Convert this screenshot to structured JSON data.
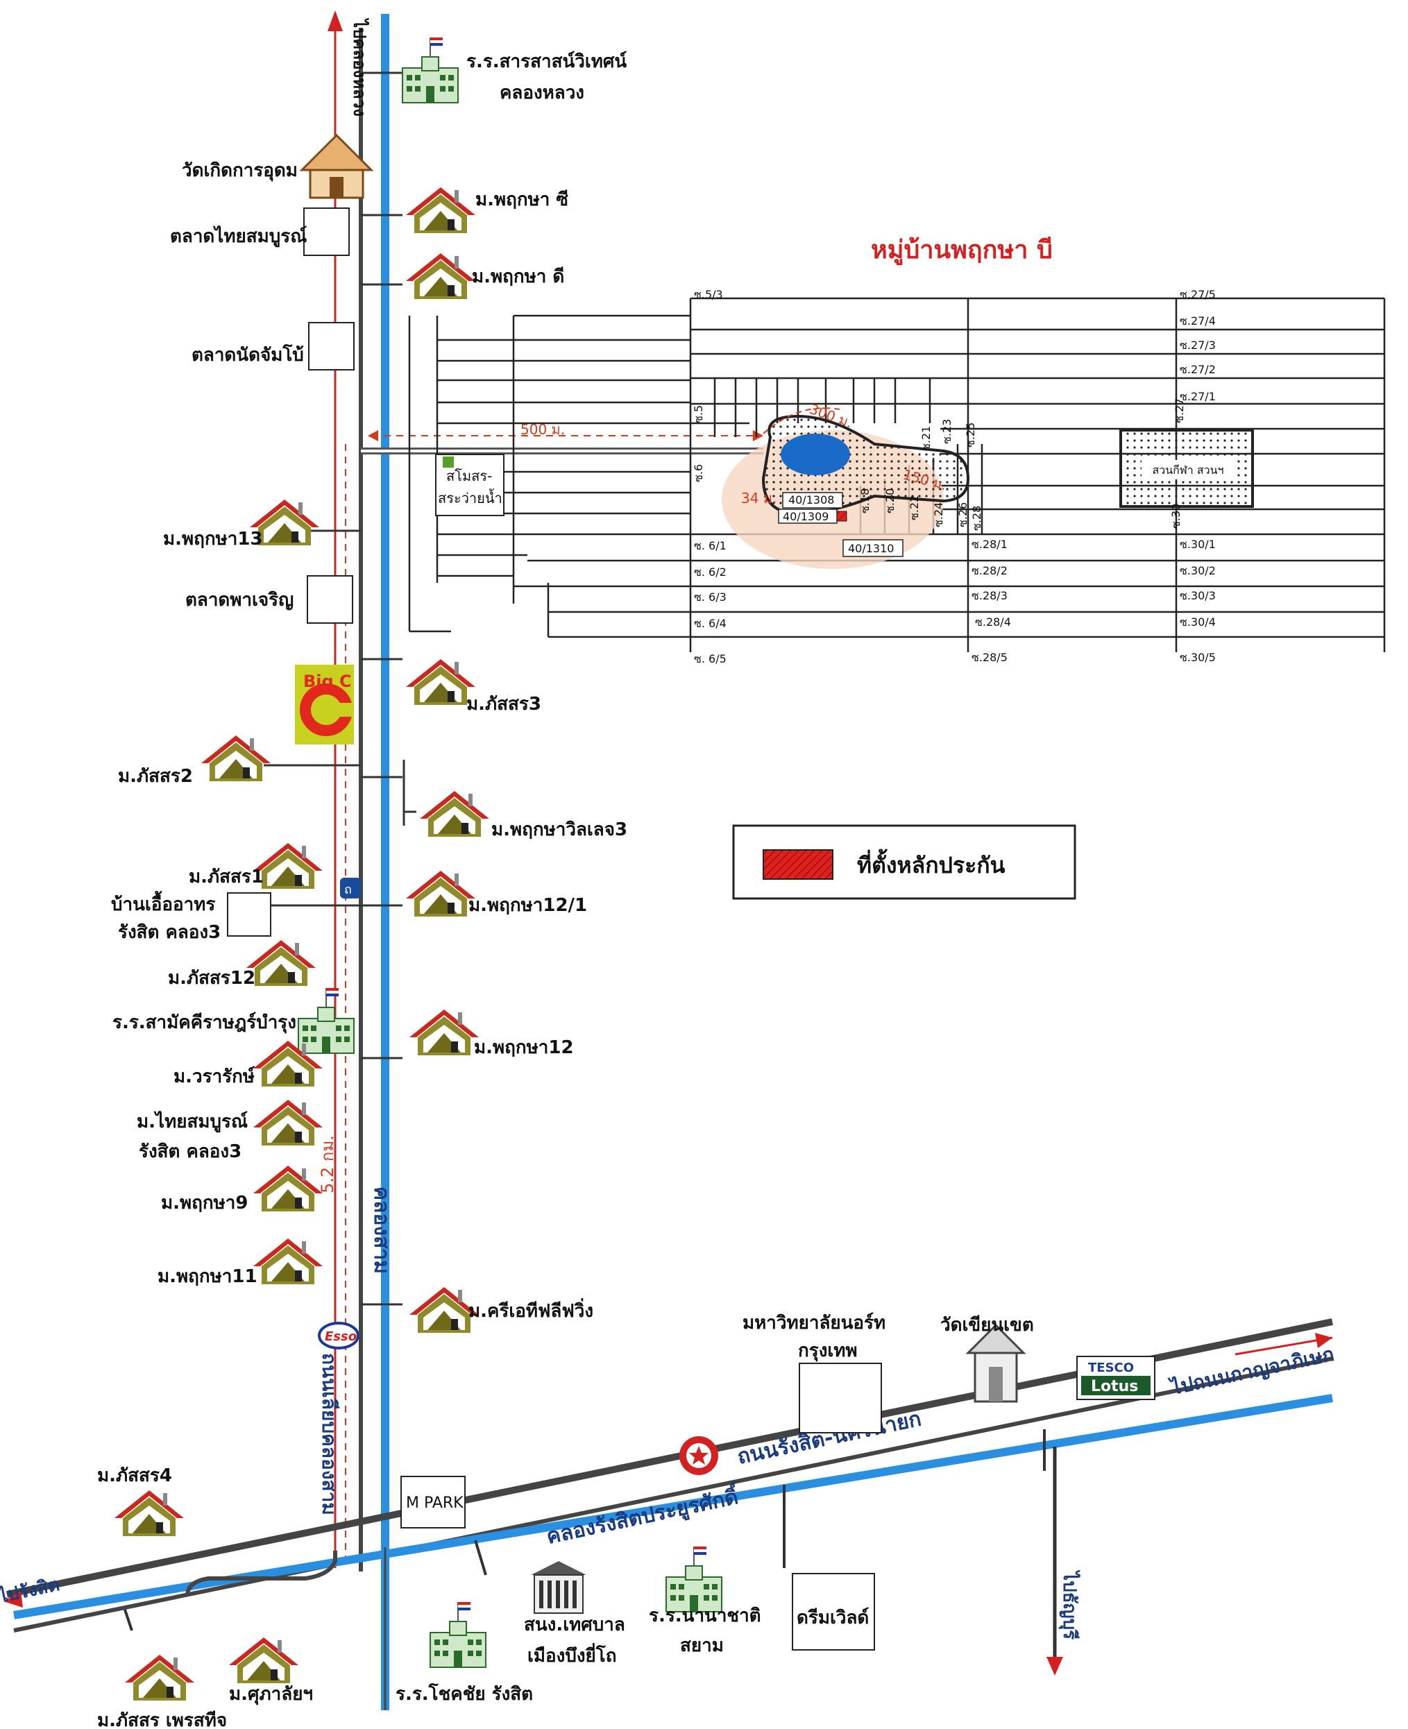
{
  "title": "หมู่บ้านพฤกษา บี",
  "legend": {
    "label": "ที่ตั้งหลักประกัน",
    "swatch_color": "#e0201c"
  },
  "roads": {
    "main_vertical": "ถนนเลียบคลองสาม",
    "canal_vertical": "คลองสาม",
    "main_horizontal": "ถนนรังสิต-นครนายก",
    "canal_horizontal": "คลองรังสิตประยูรศักดิ์"
  },
  "directions": {
    "north": "ไปคลองหลวง",
    "west": "ไปรังสิต",
    "east": "ไปถนนกาญจาภิเษก",
    "south": "ไปธัญบุรี"
  },
  "distances": {
    "road_500": "500 ม.",
    "road_52": "5.2 กม.",
    "lake_300": "300 ม.",
    "lake_150": "150 ม.",
    "lake_34": "34 ม."
  },
  "places": {
    "school_khlongluang_1": "ร.ร.สารสาสน์วิเทศน์",
    "school_khlongluang_2": "คลองหลวง",
    "wat_kerdkan": "วัดเกิดการอุดม",
    "m_pruksa_c": "ม.พฤกษา ซี",
    "talat_thaisombun": "ตลาดไทยสมบูรณ์",
    "m_pruksa_d": "ม.พฤกษา ดี",
    "talat_jambo": "ตลาดนัดจัมโบ้",
    "pool_1": "สโมสร-",
    "pool_2": "สระว่ายน้ำ",
    "m_pruksa13": "ม.พฤกษา13",
    "talat_phacharoen": "ตลาดพาเจริญ",
    "m_phatsorn3": "ม.ภัสสร3",
    "m_phatsorn2": "ม.ภัสสร2",
    "m_pruksa_village3": "ม.พฤกษาวิลเลจ3",
    "m_phatsorn1": "ม.ภัสสร1",
    "ban_uea_1": "บ้านเอื้ออาทร",
    "ban_uea_2": "รังสิต คลอง3",
    "m_pruksa12_1": "ม.พฤกษา12/1",
    "m_phatsorn12": "ม.ภัสสร12",
    "school_samakkhi": "ร.ร.สามัคคีราษฎร์บำรุง",
    "m_pruksa12": "ม.พฤกษา12",
    "m_wararak": "ม.วรารักษ์",
    "m_thaisombun_1": "ม.ไทยสมบูรณ์",
    "m_thaisombun_2": "รังสิต คลอง3",
    "m_pruksa9": "ม.พฤกษา9",
    "m_pruksa11": "ม.พฤกษา11",
    "m_cri": "ม.ครีเอทีฟลีฟวิ่ง",
    "uni_1": "มหาวิทยาลัยนอร์ท",
    "uni_2": "กรุงเทพ",
    "wat_chian": "วัดเขียนเขต",
    "m_phatsorn4": "ม.ภัสสร4",
    "m_park": "M PARK",
    "school_chokchai": "ร.ร.โชคชัย รังสิต",
    "municipal_1": "สนง.เทศบาล",
    "municipal_2": "เมืองบึงยี่โถ",
    "school_nanachat_1": "ร.ร.นานาชาติ",
    "school_nanachat_2": "สยาม",
    "dreamworld": "ดรีมเวิลด์",
    "m_phatsorn_phet": "ม.ภัสสร เพรสทีจ",
    "m_suphalai": "ม.ศุภาลัยฯ",
    "park": "สวนกีฬา สวนฯ",
    "bigc": "Big C",
    "tesco": "TESCO",
    "lotus": "Lotus",
    "esso": "Esso"
  },
  "plots": [
    "40/1308",
    "40/1309",
    "40/1310"
  ],
  "sois": {
    "s5_3": "ซ.5/3",
    "s5": "ซ.5",
    "s6": "ซ.6",
    "s6_1": "ซ. 6/1",
    "s6_2": "ซ. 6/2",
    "s6_3": "ซ. 6/3",
    "s6_4": "ซ. 6/4",
    "s6_5": "ซ. 6/5",
    "s18": "ซ.18",
    "s20": "ซ.20",
    "s21": "ซ.21",
    "s22": "ซ.22",
    "s23": "ซ.23",
    "s24": "ซ.24",
    "s25": "ซ.25",
    "s26": "ซ.26",
    "s27": "ซ.27",
    "s27_1": "ซ.27/1",
    "s27_2": "ซ.27/2",
    "s27_3": "ซ.27/3",
    "s27_4": "ซ.27/4",
    "s27_5": "ซ.27/5",
    "s28": "ซ.28",
    "s28_1": "ซ.28/1",
    "s28_2": "ซ.28/2",
    "s28_3": "ซ.28/3",
    "s28_4": "ซ.28/4",
    "s28_5": "ซ.28/5",
    "s30": "ซ.30",
    "s30_1": "ซ.30/1",
    "s30_2": "ซ.30/2",
    "s30_3": "ซ.30/3",
    "s30_4": "ซ.30/4",
    "s30_5": "ซ.30/5"
  }
}
